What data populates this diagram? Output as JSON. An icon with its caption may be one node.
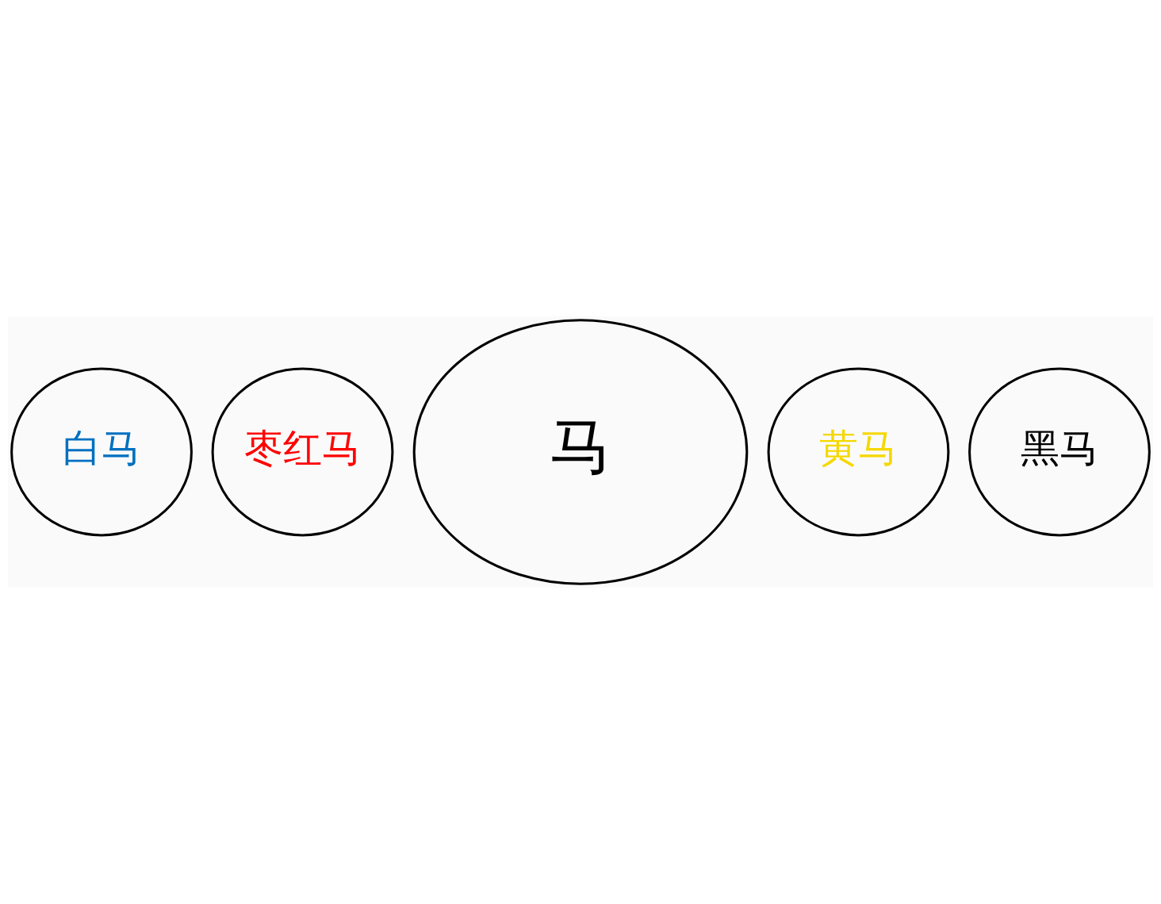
{
  "diagram": {
    "nodes": [
      {
        "text": [
          "黄马"
        ]
      },
      {
        "text": [
          "白马"
        ]
      },
      {
        "text": [
          "马"
        ]
      },
      {
        "text": [
          "黑马"
        ]
      },
      {
        "text": [
          "枣红马"
        ]
      }
    ],
    "edges": []
  }
}
